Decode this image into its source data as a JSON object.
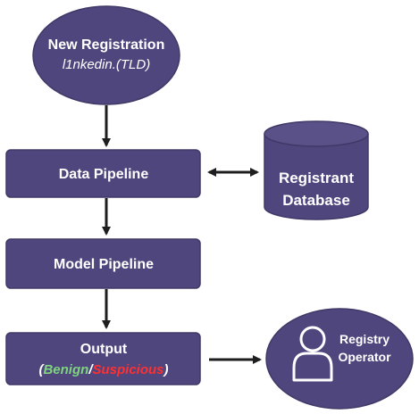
{
  "colors": {
    "shape_fill": "#4f467e",
    "shape_stroke": "#403866",
    "text": "#ffffff",
    "arrow": "#1e1e1e",
    "benign": "#7fd47f",
    "suspicious": "#ff3030"
  },
  "nodes": {
    "registration": {
      "title": "New Registration",
      "subtitle": "l1nkedin.(TLD)"
    },
    "data_pipeline": {
      "label": "Data Pipeline"
    },
    "database": {
      "line1": "Registrant",
      "line2": "Database"
    },
    "model_pipeline": {
      "label": "Model Pipeline"
    },
    "output": {
      "label": "Output",
      "open_paren": "(",
      "benign": "Benign",
      "slash": "/",
      "suspicious": "Suspicious",
      "close_paren": ")"
    },
    "operator": {
      "line1": "Registry",
      "line2": "Operator",
      "icon": "person-icon"
    }
  }
}
